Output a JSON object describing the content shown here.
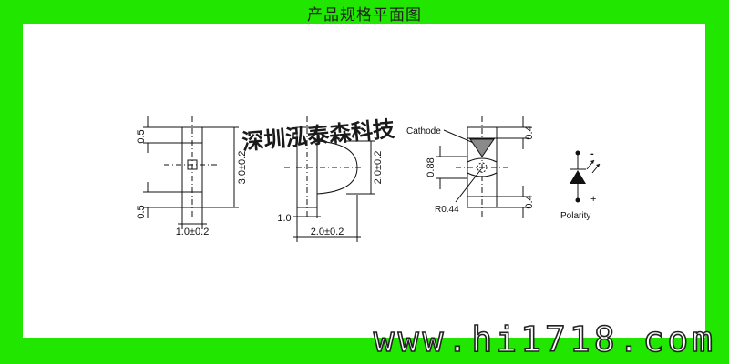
{
  "title": "产品规格平面图",
  "front_view": {
    "dim_top": "0.5",
    "dim_bottom": "0.5",
    "dim_height": "3.0±0.2",
    "dim_width": "1.0±0.2"
  },
  "side_view": {
    "dim_height": "2.0±0.2",
    "dim_thickness": "1.0",
    "dim_width": "2.0±0.2"
  },
  "back_view": {
    "cathode_label": "Cathode",
    "dim_top": "0.4",
    "dim_bottom": "0.4",
    "dim_gap": "0.88",
    "radius_label": "R0.44"
  },
  "polarity": {
    "minus": "-",
    "plus": "+",
    "label": "Polarity"
  },
  "watermark": "深圳泓泰森科技",
  "site_watermark": "www.hi1718.com"
}
